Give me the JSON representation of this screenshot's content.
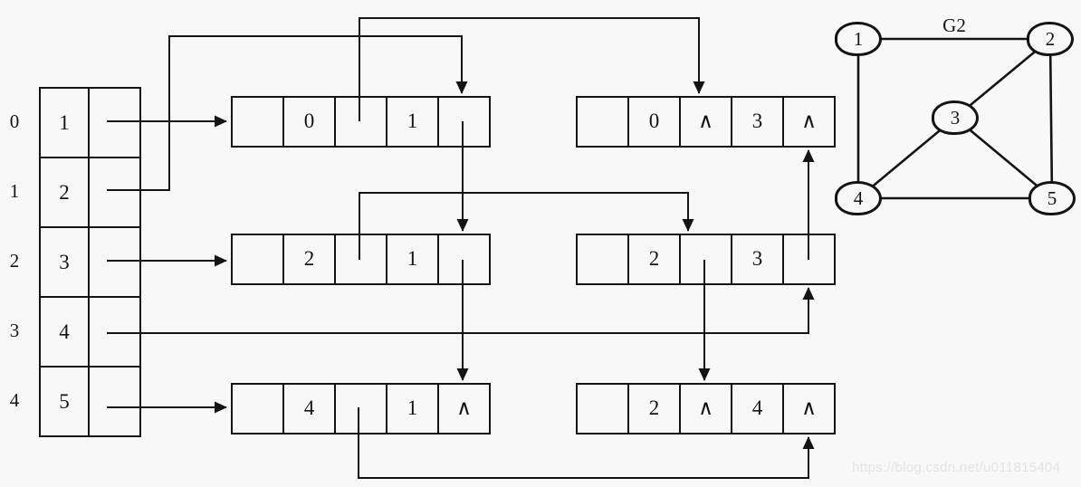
{
  "colors": {
    "background": "#f7f8f7",
    "ink": "#141414",
    "watermark": "#e3e3e3"
  },
  "vertex_table": {
    "rows": [
      {
        "index": "0",
        "value": "1"
      },
      {
        "index": "1",
        "value": "2"
      },
      {
        "index": "2",
        "value": "3"
      },
      {
        "index": "3",
        "value": "4"
      },
      {
        "index": "4",
        "value": "5"
      }
    ]
  },
  "edge_nodes": [
    {
      "id": "edge-0-1",
      "cells": [
        "",
        "0",
        "",
        "1",
        ""
      ]
    },
    {
      "id": "edge-0-3",
      "cells": [
        "",
        "0",
        "∧",
        "3",
        "∧"
      ]
    },
    {
      "id": "edge-2-1",
      "cells": [
        "",
        "2",
        "",
        "1",
        ""
      ]
    },
    {
      "id": "edge-2-3",
      "cells": [
        "",
        "2",
        "",
        "3",
        ""
      ]
    },
    {
      "id": "edge-4-1",
      "cells": [
        "",
        "4",
        "",
        "1",
        "∧"
      ]
    },
    {
      "id": "edge-2-4",
      "cells": [
        "",
        "2",
        "∧",
        "4",
        "∧"
      ]
    }
  ],
  "links": [
    {
      "from": "head-0",
      "to": "edge-0-1"
    },
    {
      "from": "head-1",
      "to": "edge-0-1"
    },
    {
      "from": "head-2",
      "to": "edge-2-1"
    },
    {
      "from": "head-3",
      "to": "edge-2-3"
    },
    {
      "from": "head-4",
      "to": "edge-4-1"
    },
    {
      "from": "edge-0-1.ilink",
      "to": "edge-0-3"
    },
    {
      "from": "edge-0-1.jlink",
      "to": "edge-2-1"
    },
    {
      "from": "edge-2-1.ilink",
      "to": "edge-2-3"
    },
    {
      "from": "edge-2-1.jlink",
      "to": "edge-4-1"
    },
    {
      "from": "edge-2-3.ilink",
      "to": "edge-2-4"
    },
    {
      "from": "edge-2-3.jlink",
      "to": "edge-0-3"
    },
    {
      "from": "edge-4-1.ilink",
      "to": "edge-2-4"
    }
  ],
  "graph": {
    "title": "G2",
    "vertices": [
      {
        "label": "1"
      },
      {
        "label": "2"
      },
      {
        "label": "3"
      },
      {
        "label": "4"
      },
      {
        "label": "5"
      }
    ],
    "edges": [
      [
        "1",
        "2"
      ],
      [
        "1",
        "4"
      ],
      [
        "2",
        "3"
      ],
      [
        "2",
        "5"
      ],
      [
        "3",
        "4"
      ],
      [
        "3",
        "5"
      ],
      [
        "4",
        "5"
      ]
    ]
  },
  "watermark": {
    "text": "https://blog.csdn.net/u011815404"
  }
}
